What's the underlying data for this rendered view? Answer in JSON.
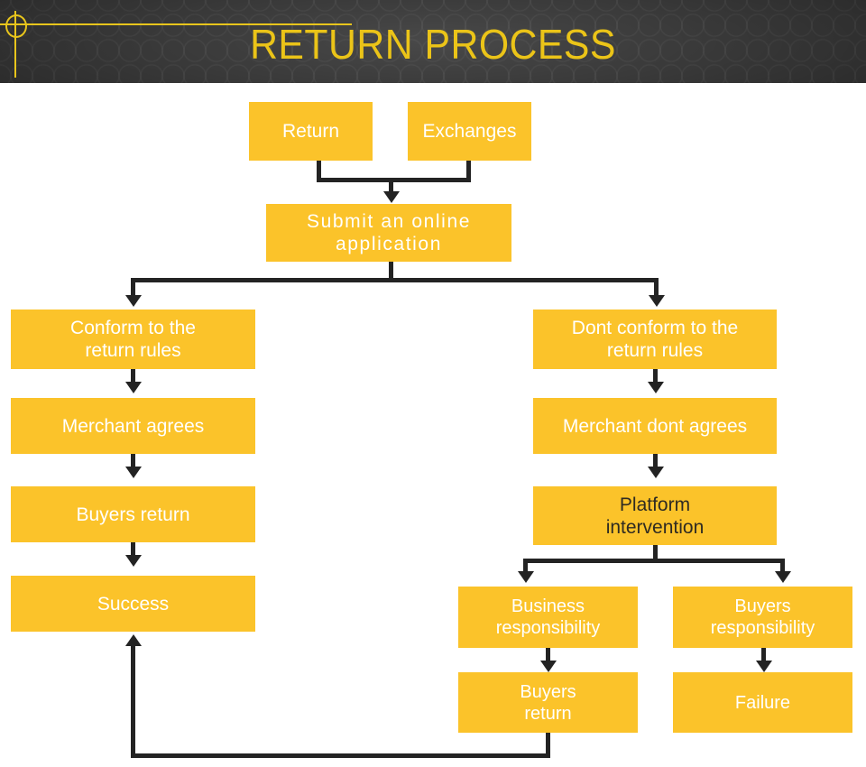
{
  "header": {
    "title": "RETURN PROCESS",
    "accent_color": "#ebc418",
    "background_color": "#3b3b3b",
    "decoration": {
      "circle": "circle-marker",
      "horizontal_rule": "horizontal-accent-line",
      "vertical_rule": "vertical-accent-line"
    }
  },
  "theme": {
    "node_fill": "#fbc32a",
    "node_text": "#ffffff",
    "node_text_dark": "#2f2b22",
    "connector": "#232323",
    "canvas": "#ffffff"
  },
  "flow": {
    "nodes": [
      {
        "id": "return",
        "label": "Return"
      },
      {
        "id": "exchanges",
        "label": "Exchanges"
      },
      {
        "id": "submit-application",
        "label": "Submit an online\napplication"
      },
      {
        "id": "conform-rules",
        "label": "Conform to the\nreturn rules"
      },
      {
        "id": "merchant-agrees",
        "label": "Merchant agrees"
      },
      {
        "id": "buyers-return-left",
        "label": "Buyers return"
      },
      {
        "id": "success",
        "label": "Success"
      },
      {
        "id": "dont-conform-rules",
        "label": "Dont conform to the\nreturn rules"
      },
      {
        "id": "merchant-dont-agrees",
        "label": "Merchant dont agrees"
      },
      {
        "id": "platform-intervention",
        "label": "Platform\nintervention"
      },
      {
        "id": "business-responsibility",
        "label": "Business\nresponsibility"
      },
      {
        "id": "buyers-responsibility",
        "label": "Buyers\nresponsibility"
      },
      {
        "id": "buyers-return-right",
        "label": "Buyers\nreturn"
      },
      {
        "id": "failure",
        "label": "Failure"
      }
    ],
    "edges": [
      {
        "from": "return",
        "to": "submit-application"
      },
      {
        "from": "exchanges",
        "to": "submit-application"
      },
      {
        "from": "submit-application",
        "to": "conform-rules"
      },
      {
        "from": "submit-application",
        "to": "dont-conform-rules"
      },
      {
        "from": "conform-rules",
        "to": "merchant-agrees"
      },
      {
        "from": "merchant-agrees",
        "to": "buyers-return-left"
      },
      {
        "from": "buyers-return-left",
        "to": "success"
      },
      {
        "from": "dont-conform-rules",
        "to": "merchant-dont-agrees"
      },
      {
        "from": "merchant-dont-agrees",
        "to": "platform-intervention"
      },
      {
        "from": "platform-intervention",
        "to": "business-responsibility"
      },
      {
        "from": "platform-intervention",
        "to": "buyers-responsibility"
      },
      {
        "from": "business-responsibility",
        "to": "buyers-return-right"
      },
      {
        "from": "buyers-responsibility",
        "to": "failure"
      },
      {
        "from": "buyers-return-right",
        "to": "success"
      }
    ]
  }
}
